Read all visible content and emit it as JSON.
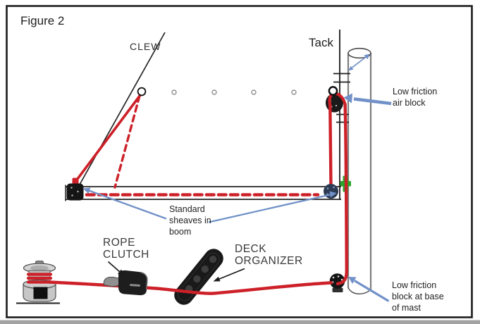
{
  "figure": {
    "title": "Figure 2"
  },
  "labels": {
    "clew": "CLEW",
    "tack": "Tack",
    "air_block": "Low friction\nair block",
    "boom_sheaves": "Standard\nsheaves in\nboom",
    "rope_clutch": "ROPE\nCLUTCH",
    "deck_organizer": "DECK\nORGANIZER",
    "mast_base_block": "Low friction\nblock at base\nof mast"
  },
  "colors": {
    "rope_red": "#cd2028",
    "annotation_blue": "#7191c8",
    "gooseneck_green": "#2aa32a",
    "mast_gray": "#7e7e7e",
    "frame_black": "#1c1c1c"
  }
}
